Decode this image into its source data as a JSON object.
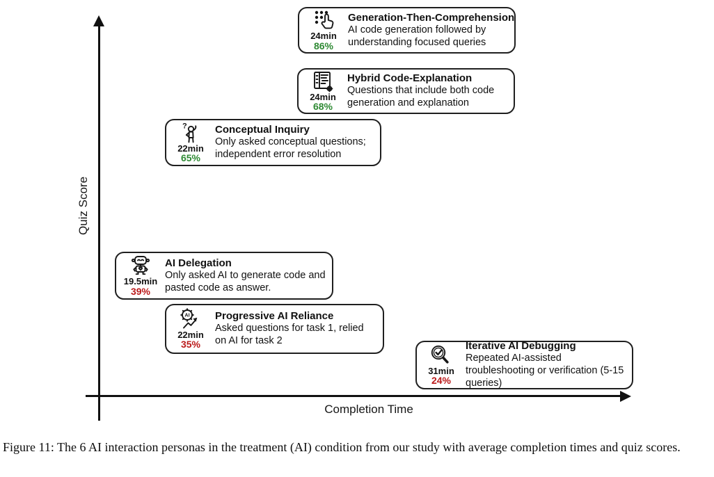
{
  "figure": {
    "y_axis_label": "Quiz Score",
    "x_axis_label": "Completion Time",
    "caption": "Figure 11: The 6 AI interaction personas in the treatment (AI) condition from our study with average completion times and quiz scores."
  },
  "colors": {
    "positive_score": "#2f8a34",
    "negative_score": "#bb1a1a",
    "ink": "#161616"
  },
  "personas": [
    {
      "title": "Generation-Then-Comprehension",
      "description": "AI code generation followed by understanding focused queries",
      "time": "24min",
      "score": "86%",
      "score_color": "#2f8a34",
      "icon": "dialpad-tap-icon"
    },
    {
      "title": "Hybrid Code-Explanation",
      "description": "Questions that include both code generation and explanation",
      "time": "24min",
      "score": "68%",
      "score_color": "#2f8a34",
      "icon": "code-doc-gear-icon"
    },
    {
      "title": "Conceptual Inquiry",
      "description": "Only asked conceptual questions; independent error resolution",
      "time": "22min",
      "score": "65%",
      "score_color": "#2f8a34",
      "icon": "confused-person-icon"
    },
    {
      "title": "AI Delegation",
      "description": "Only asked AI to generate code and pasted code as answer.",
      "time": "19.5min",
      "score": "39%",
      "score_color": "#bb1a1a",
      "icon": "robot-icon"
    },
    {
      "title": "Progressive AI Reliance",
      "description": "Asked questions for task 1, relied on AI for task 2",
      "time": "22min",
      "score": "35%",
      "score_color": "#bb1a1a",
      "icon": "ai-gear-growth-icon"
    },
    {
      "title": "Iterative AI Debugging",
      "description": "Repeated AI-assisted troubleshooting or verification (5-15 queries)",
      "time": "31min",
      "score": "24%",
      "score_color": "#bb1a1a",
      "icon": "magnifier-check-icon"
    }
  ],
  "chart_data": {
    "type": "scatter",
    "title": "AI interaction personas by completion time and quiz score",
    "xlabel": "Completion Time",
    "ylabel": "Quiz Score",
    "axes_style": "qualitative arrows, no ticks, no gridlines, no legend",
    "points": [
      {
        "label": "Generation-Then-Comprehension",
        "completion_time_min": 24,
        "quiz_score_pct": 86
      },
      {
        "label": "Hybrid Code-Explanation",
        "completion_time_min": 24,
        "quiz_score_pct": 68
      },
      {
        "label": "Conceptual Inquiry",
        "completion_time_min": 22,
        "quiz_score_pct": 65
      },
      {
        "label": "AI Delegation",
        "completion_time_min": 19.5,
        "quiz_score_pct": 39
      },
      {
        "label": "Progressive AI Reliance",
        "completion_time_min": 22,
        "quiz_score_pct": 35
      },
      {
        "label": "Iterative AI Debugging",
        "completion_time_min": 31,
        "quiz_score_pct": 24
      }
    ]
  }
}
